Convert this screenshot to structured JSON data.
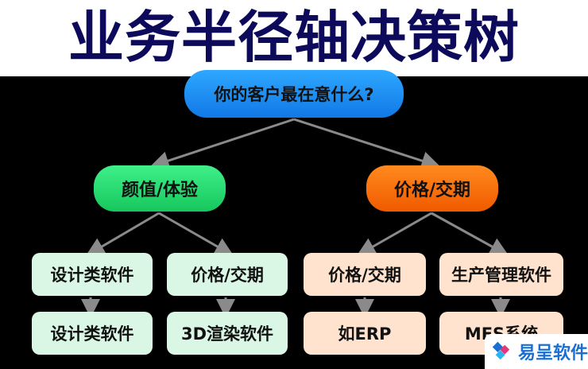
{
  "title": "业务半径轴决策树",
  "root": "你的客户最在意什么?",
  "branches": {
    "left": "颜值/体验",
    "right": "价格/交期"
  },
  "level2": [
    "设计类软件",
    "价格/交期",
    "价格/交期",
    "生产管理软件"
  ],
  "level3": [
    "设计类软件",
    "3D渲染软件",
    "如ERP",
    "MES系统"
  ],
  "watermark": {
    "text": "易呈软件",
    "logo": "diamond-logo-icon"
  },
  "colors": {
    "title": "#0d0a5c",
    "root": "#1a8cf0",
    "left_branch": "#22d66c",
    "right_branch": "#f56a0a",
    "left_leaf": "#d9f7e4",
    "right_leaf": "#ffe3cf"
  }
}
